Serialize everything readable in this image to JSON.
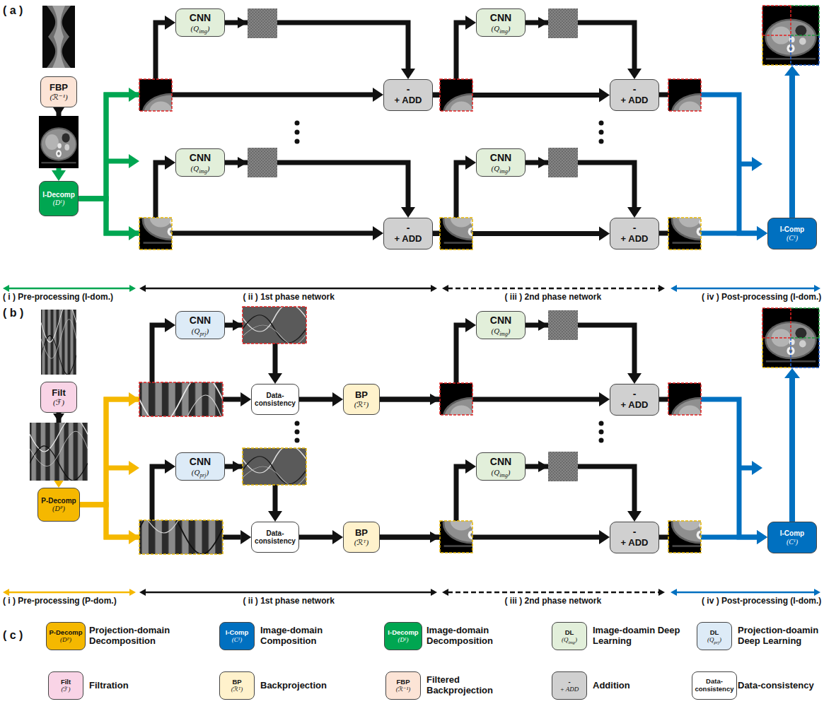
{
  "diagram": {
    "nodes": [
      {
        "text": [
          "FBP",
          "(ℛ⁻¹)"
        ]
      },
      {
        "text": [
          "I-Decomp",
          "(Dᴵ)"
        ]
      },
      {
        "text": [
          "CNN",
          "(Qimg)"
        ]
      },
      {
        "text": [
          "-",
          "+ ADD"
        ]
      },
      {
        "text": [
          "CNN",
          "(Qimg)"
        ]
      },
      {
        "text": [
          "-",
          "+ ADD"
        ]
      },
      {
        "text": [
          "CNN",
          "(Qimg)"
        ]
      },
      {
        "text": [
          "-",
          "+ ADD"
        ]
      },
      {
        "text": [
          "CNN",
          "(Qimg)"
        ]
      },
      {
        "text": [
          "-",
          "+ ADD"
        ]
      },
      {
        "text": [
          "I-Comp",
          "(Cᴵ)"
        ]
      },
      {
        "text": [
          "Filt",
          "(ℱ)"
        ]
      },
      {
        "text": [
          "P-Decomp",
          "(Dᴾ)"
        ]
      },
      {
        "text": [
          "CNN",
          "(Qprj)"
        ]
      },
      {
        "text": [
          "Data-consistency"
        ]
      },
      {
        "text": [
          "BP",
          "(ℛᵀ)"
        ]
      },
      {
        "text": [
          "CNN",
          "(Qimg)"
        ]
      },
      {
        "text": [
          "-",
          "+ ADD"
        ]
      },
      {
        "text": [
          "CNN",
          "(Qprj)"
        ]
      },
      {
        "text": [
          "Data-consistency"
        ]
      },
      {
        "text": [
          "BP",
          "(ℛᵀ)"
        ]
      },
      {
        "text": [
          "CNN",
          "(Qimg)"
        ]
      },
      {
        "text": [
          "-",
          "+ ADD"
        ]
      },
      {
        "text": [
          "I-Comp",
          "(Cᴵ)"
        ]
      }
    ],
    "edges": [
      {
        "from": 0,
        "to": 1,
        "arrow": "to"
      },
      {
        "from": 1,
        "to": 2,
        "arrow": "to"
      },
      {
        "from": 1,
        "to": 3,
        "arrow": "to"
      },
      {
        "from": 2,
        "to": 3,
        "arrow": "to"
      },
      {
        "from": 3,
        "to": 4,
        "arrow": "to"
      },
      {
        "from": 3,
        "to": 5,
        "arrow": "to"
      },
      {
        "from": 4,
        "to": 5,
        "arrow": "to"
      },
      {
        "from": 5,
        "to": 10,
        "arrow": "to"
      },
      {
        "from": 1,
        "to": 6,
        "arrow": "to"
      },
      {
        "from": 1,
        "to": 7,
        "arrow": "to"
      },
      {
        "from": 6,
        "to": 7,
        "arrow": "to"
      },
      {
        "from": 7,
        "to": 8,
        "arrow": "to"
      },
      {
        "from": 7,
        "to": 9,
        "arrow": "to"
      },
      {
        "from": 8,
        "to": 9,
        "arrow": "to"
      },
      {
        "from": 9,
        "to": 10,
        "arrow": "to"
      },
      {
        "from": 11,
        "to": 12,
        "arrow": "to"
      },
      {
        "from": 12,
        "to": 13,
        "arrow": "to"
      },
      {
        "from": 12,
        "to": 14,
        "arrow": "to"
      },
      {
        "from": 13,
        "to": 14,
        "arrow": "to"
      },
      {
        "from": 14,
        "to": 15,
        "arrow": "to"
      },
      {
        "from": 15,
        "to": 16,
        "arrow": "to"
      },
      {
        "from": 15,
        "to": 17,
        "arrow": "to"
      },
      {
        "from": 16,
        "to": 17,
        "arrow": "to"
      },
      {
        "from": 17,
        "to": 23,
        "arrow": "to"
      },
      {
        "from": 12,
        "to": 18,
        "arrow": "to"
      },
      {
        "from": 12,
        "to": 19,
        "arrow": "to"
      },
      {
        "from": 18,
        "to": 19,
        "arrow": "to"
      },
      {
        "from": 19,
        "to": 20,
        "arrow": "to"
      },
      {
        "from": 20,
        "to": 21,
        "arrow": "to"
      },
      {
        "from": 20,
        "to": 22,
        "arrow": "to"
      },
      {
        "from": 21,
        "to": 22,
        "arrow": "to"
      },
      {
        "from": 22,
        "to": 23,
        "arrow": "to"
      }
    ],
    "labels": [
      "( a )",
      "( i ) Pre-processing (I-dom.)",
      "( ii ) 1st phase network",
      "( iii ) 2nd phase network",
      "( iv ) Post-processing (I-dom.)",
      "( b )",
      "( i ) Pre-processing (P-dom.)",
      "( ii ) 1st phase network",
      "( iii ) 2nd phase network",
      "( iv ) Post-processing (I-dom.)",
      "( c )",
      "P-Decomp",
      "(Dᴾ)",
      "I-Comp",
      "(Cᴵ)",
      "I-Decomp",
      "(Dᴵ)",
      "DL",
      "(Qimg)",
      "DL",
      "(Qprj)",
      "Filt",
      "(ℱ)",
      "BP",
      "(ℛᵀ)",
      "FBP",
      "(ℛ⁻¹)",
      "-",
      "+ ADD",
      "Data-consistency"
    ],
    "legend": [
      {
        "text": "Projection-domain Decomposition",
        "color": "#f5b800"
      },
      {
        "text": "Image-domain Composition",
        "color": "#0070c0"
      },
      {
        "text": "Image-domain Decomposition",
        "color": "#00a651"
      },
      {
        "text": "Image-doamin Deep Learning",
        "color": "#e2efda"
      },
      {
        "text": "Projection-doamin Deep Learning",
        "color": "#ddebf7"
      },
      {
        "text": "Filtration",
        "color": "#f9d4e6"
      },
      {
        "text": "Backprojection",
        "color": "#fff2cc"
      },
      {
        "text": "Filtered Backprojection",
        "color": "#fce4d6"
      },
      {
        "text": "Addition",
        "color": "#d0d0d0"
      },
      {
        "text": "Data-consistency",
        "color": "#ffffff"
      }
    ]
  }
}
